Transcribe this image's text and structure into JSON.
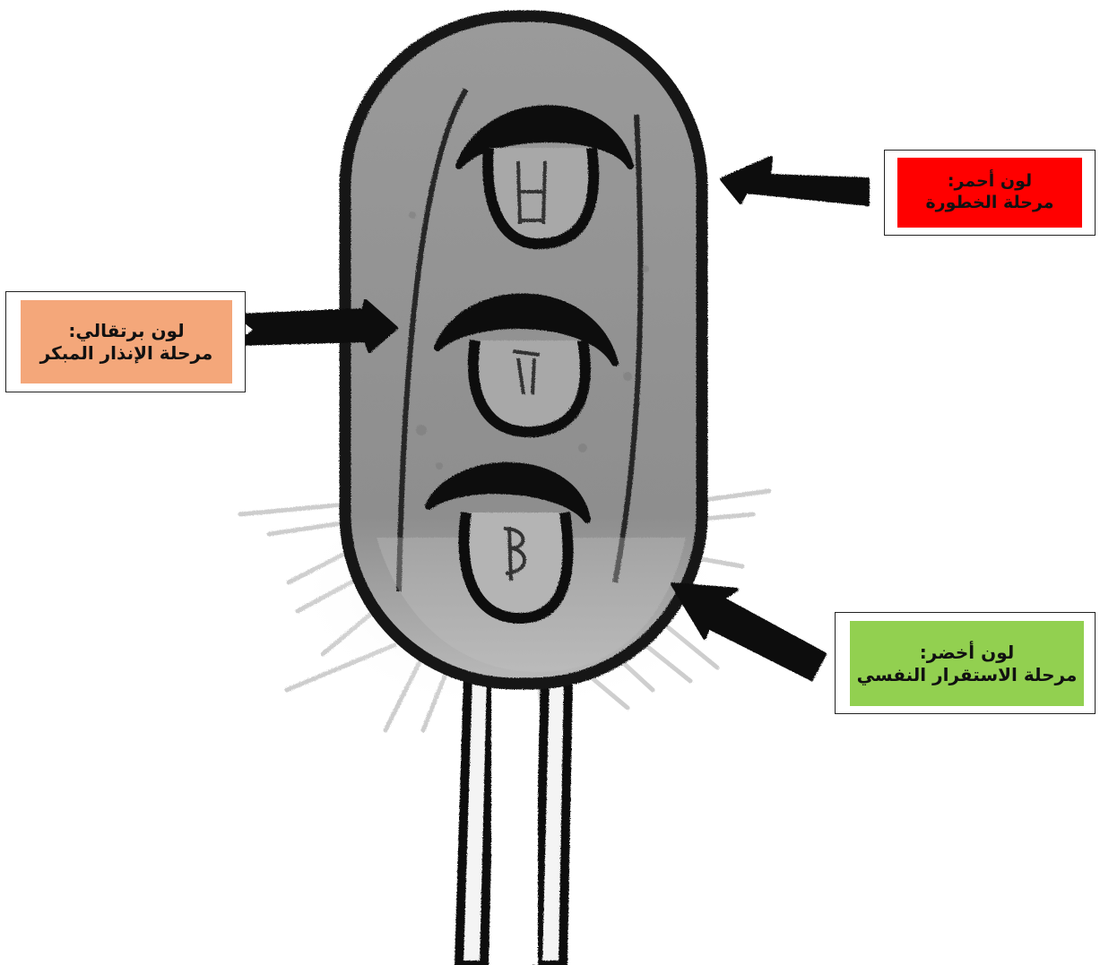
{
  "labels": {
    "red": {
      "title": "لون أحمر:",
      "stage": "مرحلة الخطورة",
      "color": "#ff0000"
    },
    "orange": {
      "title": "لون برتقالي:",
      "stage": "مرحلة الإنذار المبكر",
      "color": "#f4a77a"
    },
    "green": {
      "title": "لون أخضر:",
      "stage": "مرحلة الاستقرار النفسي",
      "color": "#92d050"
    }
  },
  "icons": {
    "arrow": "thick-black-arrow",
    "traffic_light": "hand-drawn-traffic-light"
  }
}
